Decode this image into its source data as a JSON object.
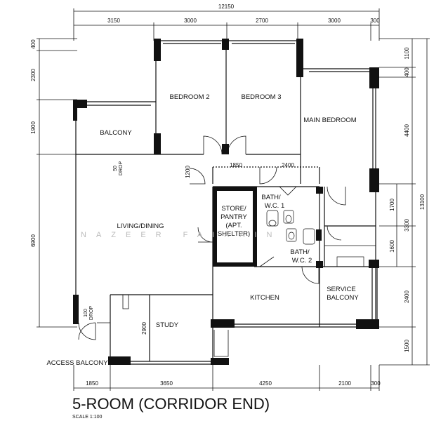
{
  "title": "5-ROOM (CORRIDOR END)",
  "scale": "SCALE   1:100",
  "watermark": "NAZEER  FAIRAIN",
  "dimensions": {
    "overall_width": "12150",
    "top": [
      "3150",
      "3000",
      "2700",
      "3000",
      "300"
    ],
    "bottom": [
      "1850",
      "3650",
      "4250",
      "2100",
      "300"
    ],
    "left": [
      "400",
      "2300",
      "1900",
      "6900"
    ],
    "right_inner": [
      "1100",
      "400",
      "4400",
      "1700",
      "3300",
      "1600",
      "2400",
      "1500"
    ],
    "overall_height": "13100",
    "interior": [
      "1200",
      "1850",
      "2400",
      "2900"
    ]
  },
  "rooms": {
    "bedroom2": "BEDROOM 2",
    "bedroom3": "BEDROOM 3",
    "main_bedroom": "MAIN BEDROOM",
    "balcony": "BALCONY",
    "living_dining": "LIVING/DINING",
    "store_line1": "STORE/",
    "store_line2": "PANTRY",
    "store_line3": "(APT.",
    "store_line4": "SHELTER)",
    "bath1_line1": "BATH/",
    "bath1_line2": "W.C.  1",
    "bath2_line1": "BATH/",
    "bath2_line2": "W.C.  2",
    "kitchen": "KITCHEN",
    "service_line1": "SERVICE",
    "service_line2": "BALCONY",
    "study": "STUDY",
    "access_balcony": "ACCESS BALCONY"
  },
  "drops": {
    "drop50_a": "50",
    "drop50_b": "DROP",
    "drop100_a": "100",
    "drop100_b": "DROP"
  }
}
